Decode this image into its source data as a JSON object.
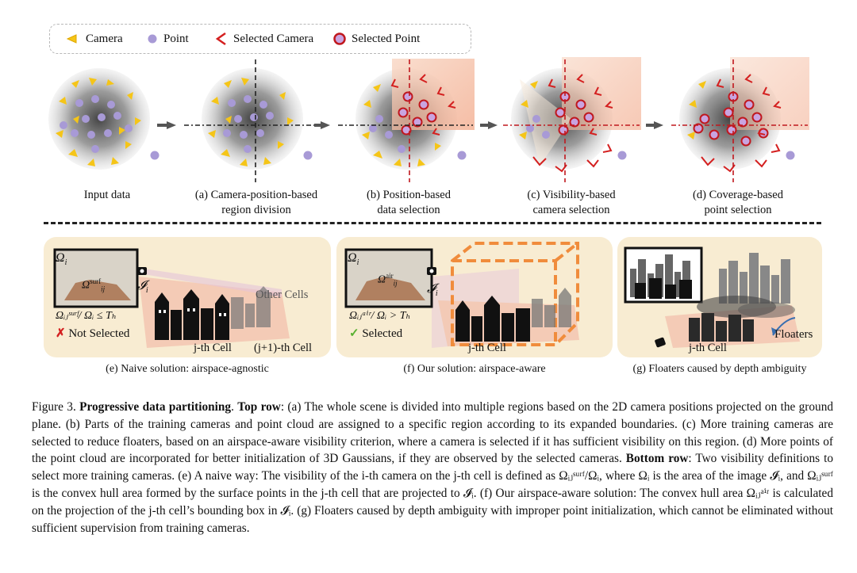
{
  "legend": {
    "camera": "Camera",
    "point": "Point",
    "selected_camera": "Selected Camera",
    "selected_point": "Selected Point"
  },
  "top_row": {
    "captions": [
      {
        "line1": "Input data",
        "line2": ""
      },
      {
        "line1": "(a) Camera-position-based",
        "line2": "region division"
      },
      {
        "line1": "(b) Position-based",
        "line2": "data selection"
      },
      {
        "line1": "(c) Visibility-based",
        "line2": "camera selection"
      },
      {
        "line1": "(d) Coverage-based",
        "line2": "point selection"
      }
    ]
  },
  "bottom_row": {
    "panel_e": {
      "omega": "Ω",
      "omega_sub": "i",
      "omega_surf": "Ω",
      "omega_surf_sup": "surf",
      "omega_surf_sub": "ij",
      "camera_label": "𝓘",
      "camera_sub": "i",
      "criterion": "Ωᵢⱼˢᵘʳᶠ/ Ωᵢ ≤ Tₕ",
      "status": "Not Selected",
      "status_mark": "✗",
      "other_cells": "Other Cells",
      "cell_j": "j-th Cell",
      "cell_j1": "(j+1)-th Cell",
      "caption": "(e) Naive solution: airspace-agnostic"
    },
    "panel_f": {
      "omega": "Ω",
      "omega_sub": "i",
      "omega_air": "Ω",
      "omega_air_sup": "air",
      "omega_air_sub": "ij",
      "camera_label": "𝓘",
      "camera_sub": "i",
      "criterion": "Ωᵢⱼᵃⁱʳ/ Ωᵢ > Tₕ",
      "status": "Selected",
      "status_mark": "✓",
      "cell_j": "j-th Cell",
      "caption": "(f) Our solution: airspace-aware"
    },
    "panel_g": {
      "cell_j": "j-th Cell",
      "floaters": "Floaters",
      "caption": "(g) Floaters caused by depth ambiguity"
    }
  },
  "caption": {
    "figure_label": "Figure 3.",
    "title": "Progressive data partitioning",
    "top_row_label": "Top row",
    "top_row_text": ": (a) The whole scene is divided into multiple regions based on the 2D camera positions projected on the ground plane. (b) Parts of the training cameras and point cloud are assigned to a specific region according to its expanded boundaries. (c) More training cameras are selected to reduce floaters, based on an airspace-aware visibility criterion, where a camera is selected if it has sufficient visibility on this region. (d) More points of the point cloud are incorporated for better initialization of 3D Gaussians, if they are observed by the selected cameras.",
    "bottom_row_label": "Bottom row",
    "bottom_row_text": ": Two visibility definitions to select more training cameras. (e) A naive way: The visibility of the i-th camera on the j-th cell is defined as Ωᵢⱼˢᵘʳᶠ/Ωᵢ, where Ωᵢ is the area of the image 𝓘ᵢ, and Ωᵢⱼˢᵘʳᶠ is the convex hull area formed by the surface points in the j-th cell that are projected to 𝓘ᵢ. (f) Our airspace-aware solution: The convex hull area Ωᵢⱼᵃⁱʳ is calculated on the projection of the j-th cell’s bounding box in 𝓘ᵢ. (g) Floaters caused by depth ambiguity with improper point initialization, which cannot be eliminated without sufficient supervision from training cameras."
  },
  "colors": {
    "camera": "#f5c518",
    "point": "#a89ad6",
    "selected_camera": "#d42020",
    "selected_point_fill": "#c9a4e0",
    "selected_point_stroke": "#c0181e",
    "panel_bg": "#f8ecd2",
    "region": "#f6c9b0"
  }
}
